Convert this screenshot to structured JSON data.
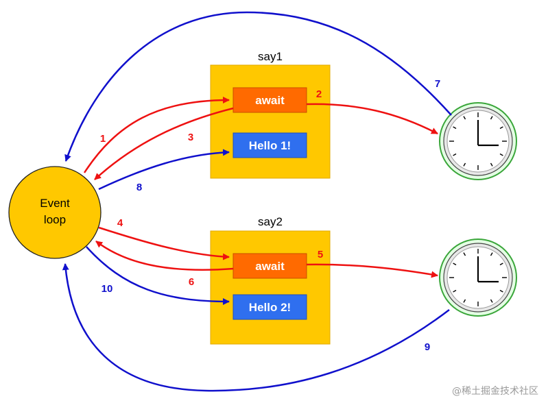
{
  "event_loop": {
    "line1": "Event",
    "line2": "loop"
  },
  "say1": {
    "title": "say1",
    "await_label": "await",
    "hello_label": "Hello 1!"
  },
  "say2": {
    "title": "say2",
    "await_label": "await",
    "hello_label": "Hello 2!"
  },
  "arrows": {
    "a1": "1",
    "a2": "2",
    "a3": "3",
    "a4": "4",
    "a5": "5",
    "a6": "6",
    "a7": "7",
    "a8": "8",
    "a9": "9",
    "a10": "10"
  },
  "colors": {
    "red": "#ee1111",
    "blue": "#1010cc",
    "box_fill": "#ffc800",
    "await_fill": "#ff6a00",
    "hello_fill": "#2f6fef",
    "loop_fill": "#ffc800"
  },
  "clocks": [
    {
      "name": "clock-1",
      "hour_hand": "toward 12",
      "minute_hand": "toward 3"
    },
    {
      "name": "clock-2",
      "hour_hand": "toward 12",
      "minute_hand": "toward 3"
    }
  ],
  "watermark": "@稀土掘金技术社区"
}
